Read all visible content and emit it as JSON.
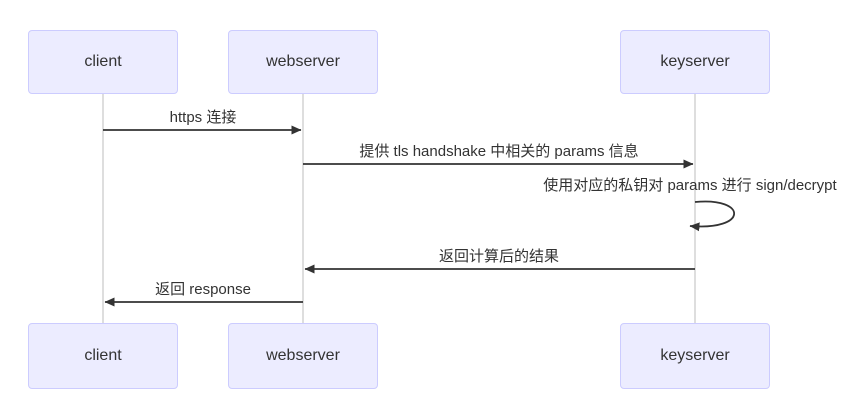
{
  "diagram": {
    "type": "sequence-diagram",
    "actors": [
      {
        "id": "client",
        "label": "client"
      },
      {
        "id": "webserver",
        "label": "webserver"
      },
      {
        "id": "keyserver",
        "label": "keyserver"
      }
    ],
    "messages": [
      {
        "from": "client",
        "to": "webserver",
        "label": "https 连接",
        "style": "solid-arrow"
      },
      {
        "from": "webserver",
        "to": "keyserver",
        "label": "提供 tls handshake 中相关的 params 信息",
        "style": "solid-arrow"
      },
      {
        "from": "keyserver",
        "to": "keyserver",
        "label": "使用对应的私钥对 params 进行 sign/decrypt",
        "style": "self-loop"
      },
      {
        "from": "keyserver",
        "to": "webserver",
        "label": "返回计算后的结果",
        "style": "solid-arrow"
      },
      {
        "from": "webserver",
        "to": "client",
        "label": "返回 response",
        "style": "solid-arrow"
      }
    ],
    "colors": {
      "actor_fill": "#ececff",
      "actor_border": "#ccccff",
      "lifeline": "#cccccc",
      "arrow": "#333333",
      "text": "#333333"
    }
  }
}
